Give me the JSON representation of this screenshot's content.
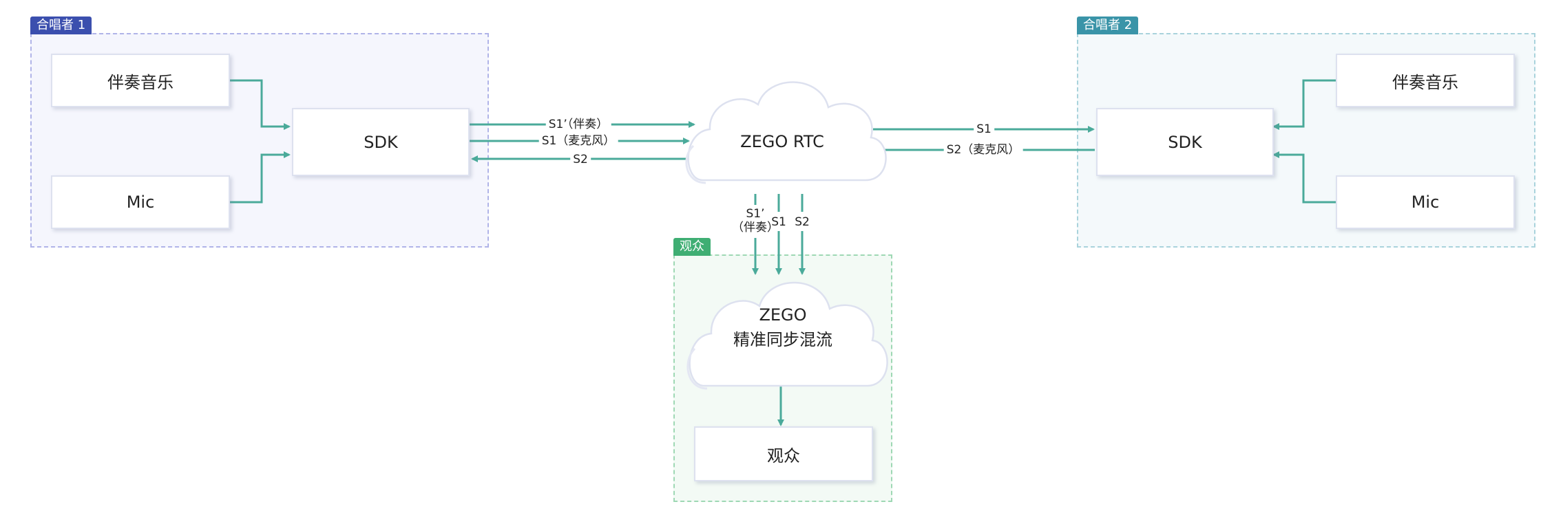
{
  "groups": {
    "singer1": "合唱者 1",
    "singer2": "合唱者 2",
    "audience": "观众"
  },
  "singer1": {
    "accompaniment": "伴奏音乐",
    "mic": "Mic",
    "sdk": "SDK"
  },
  "singer2": {
    "accompaniment": "伴奏音乐",
    "mic": "Mic",
    "sdk": "SDK"
  },
  "cloud_rtc": "ZEGO RTC",
  "cloud_mix": {
    "line1": "ZEGO",
    "line2": "精准同步混流"
  },
  "audience_box": "观众",
  "streams": {
    "left_s1_prime": "S1’（伴奏）",
    "left_s1": "S1（麦克风）",
    "left_s2": "S2",
    "right_s1": "S1",
    "right_s2": "S2（麦克风）",
    "down_s1_prime_a": "S1’",
    "down_s1_prime_b": "（伴奏）",
    "down_s1": "S1",
    "down_s2": "S2"
  },
  "colors": {
    "line": "#4aaa9a",
    "singer1": "#3b4fae",
    "singer2": "#3a94a8",
    "audience": "#3fae73"
  }
}
